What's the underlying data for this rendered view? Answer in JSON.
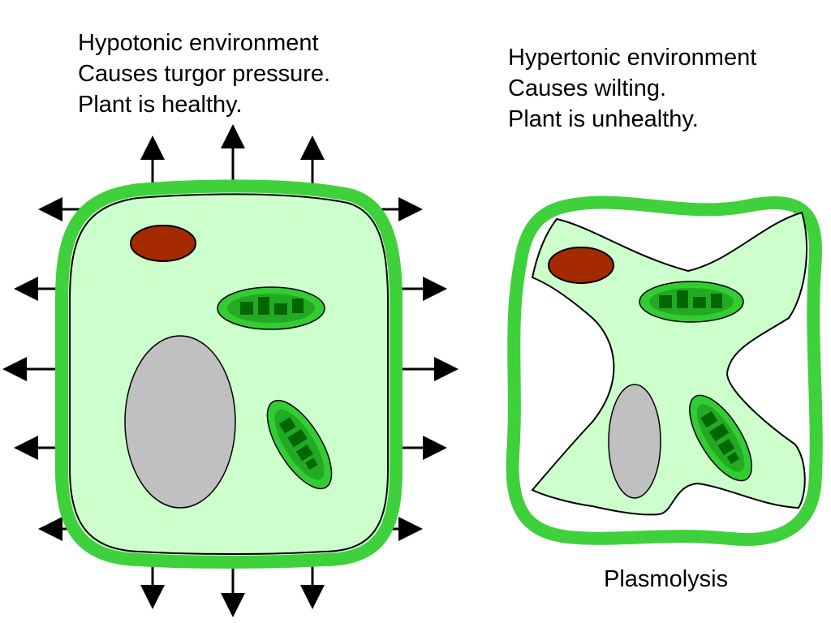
{
  "hypotonic": {
    "line1": "Hypotonic environment",
    "line2": "Causes turgor pressure.",
    "line3": "Plant is healthy."
  },
  "hypertonic": {
    "line1": "Hypertonic environment",
    "line2": "Causes wilting.",
    "line3": "Plant is unhealthy."
  },
  "plasmolysis_label": "Plasmolysis",
  "colors": {
    "cell_wall": "#3fd13b",
    "cytoplasm": "#ccffcc",
    "nucleus": "#a52a00",
    "vacuole": "#c0c0c0",
    "chloroplast": "#33cc33",
    "chloroplast_inner": "#006600",
    "arrow": "#000000"
  }
}
